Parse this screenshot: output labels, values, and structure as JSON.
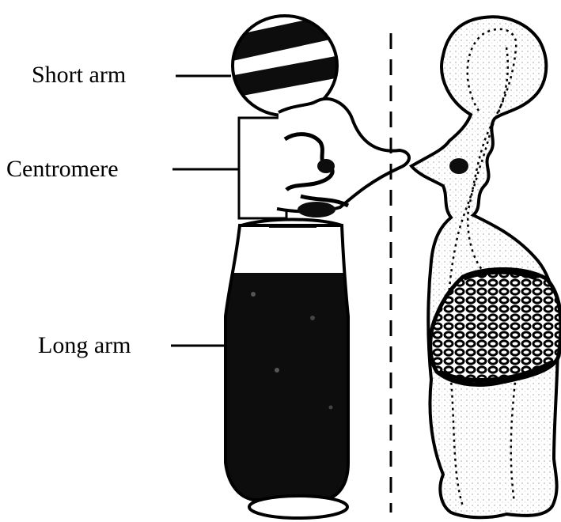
{
  "labels": {
    "short_arm": "Short arm",
    "centromere": "Centromere",
    "long_arm": "Long arm"
  },
  "colors": {
    "ink": "#000000",
    "paper": "#ffffff",
    "band_dark": "#0d0d0d",
    "stipple": "#cfcfcf"
  }
}
